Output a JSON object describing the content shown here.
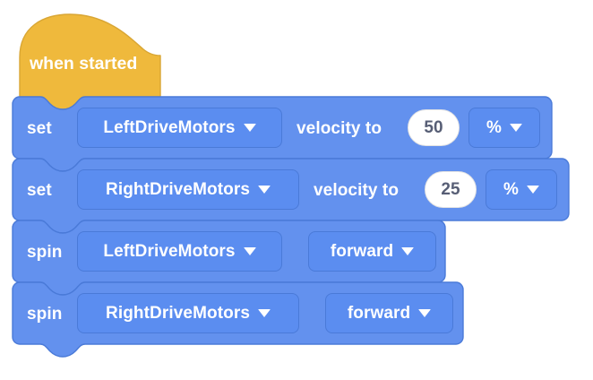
{
  "app": {
    "canvas_background": "#ffffff",
    "block_color_event": "#efb93c",
    "block_color_event_border": "#d9a634",
    "block_color_motion": "#6391ee",
    "block_color_motion_border": "#4a7ad8",
    "field_color": "#5b8df0",
    "field_text_color": "#ffffff",
    "number_field_bg": "#ffffff",
    "number_field_text": "#575e75"
  },
  "program": {
    "hat": {
      "label": "when started",
      "icon": "hat-block"
    },
    "blocks": [
      {
        "id": "set-left-velocity",
        "type": "set-velocity",
        "keyword": "set",
        "device": "LeftDriveMotors",
        "device_arrow": "chevron-down-icon",
        "middle_label": "velocity to",
        "value": "50",
        "unit": "%",
        "unit_arrow": "chevron-down-icon"
      },
      {
        "id": "set-right-velocity",
        "type": "set-velocity",
        "keyword": "set",
        "device": "RightDriveMotors",
        "device_arrow": "chevron-down-icon",
        "middle_label": "velocity to",
        "value": "25",
        "unit": "%",
        "unit_arrow": "chevron-down-icon"
      },
      {
        "id": "spin-left",
        "type": "spin",
        "keyword": "spin",
        "device": "LeftDriveMotors",
        "device_arrow": "chevron-down-icon",
        "direction": "forward",
        "direction_arrow": "chevron-down-icon"
      },
      {
        "id": "spin-right",
        "type": "spin",
        "keyword": "spin",
        "device": "RightDriveMotors",
        "device_arrow": "chevron-down-icon",
        "direction": "forward",
        "direction_arrow": "chevron-down-icon"
      }
    ]
  }
}
